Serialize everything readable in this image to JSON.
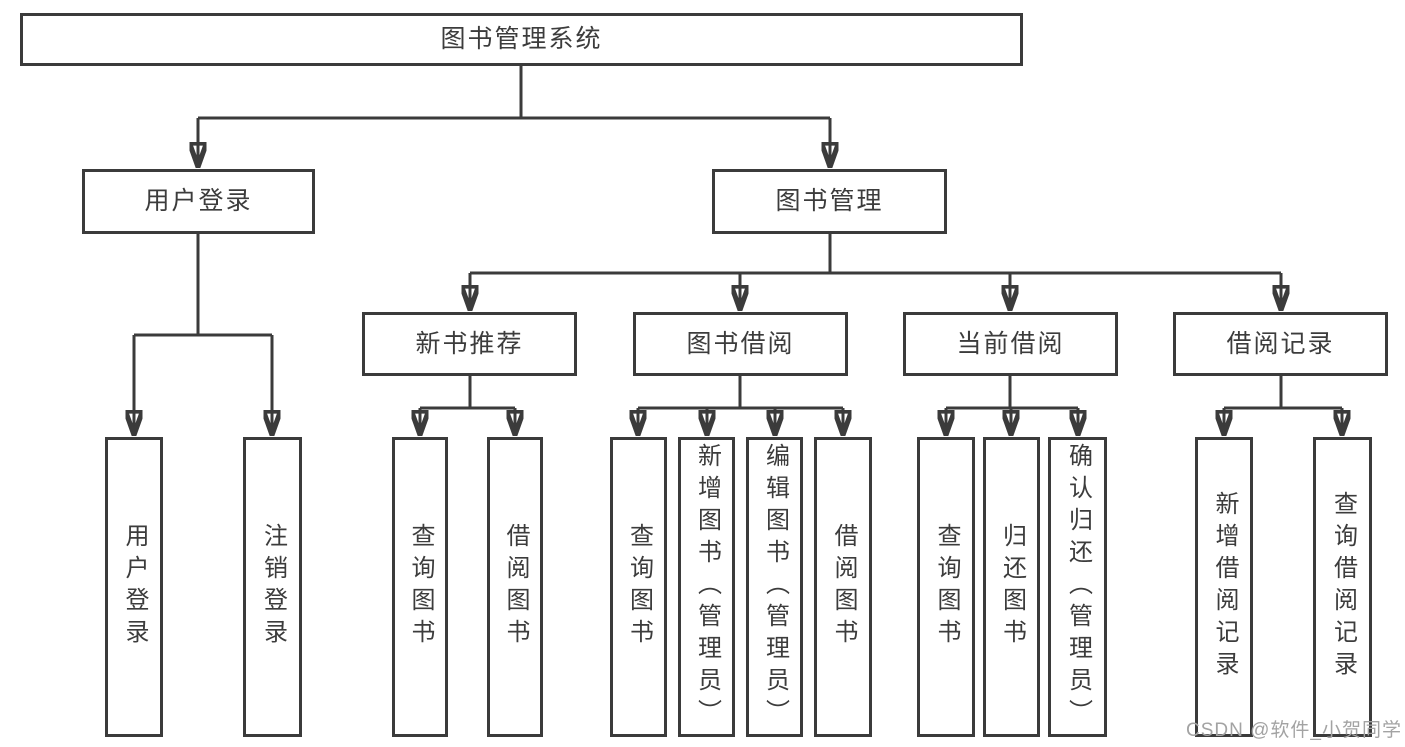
{
  "tree": {
    "label": "图书管理系统",
    "children": [
      {
        "label": "用户登录",
        "children": [
          {
            "label": "用户登录"
          },
          {
            "label": "注销登录"
          }
        ]
      },
      {
        "label": "图书管理",
        "children": [
          {
            "label": "新书推荐",
            "children": [
              {
                "label": "查询图书"
              },
              {
                "label": "借阅图书"
              }
            ]
          },
          {
            "label": "图书借阅",
            "children": [
              {
                "label": "查询图书"
              },
              {
                "label": "新增图书（管理员）"
              },
              {
                "label": "编辑图书（管理员）"
              },
              {
                "label": "借阅图书"
              }
            ]
          },
          {
            "label": "当前借阅",
            "children": [
              {
                "label": "查询图书"
              },
              {
                "label": "归还图书"
              },
              {
                "label": "确认归还（管理员）"
              }
            ]
          },
          {
            "label": "借阅记录",
            "children": [
              {
                "label": "新增借阅记录"
              },
              {
                "label": "查询借阅记录"
              }
            ]
          }
        ]
      }
    ]
  },
  "watermark": "CSDN @软件_小贺同学",
  "colors": {
    "line": "#3b3b3b",
    "text": "#3c3c3c",
    "background": "#ffffff",
    "watermark": "#a3a3a3"
  }
}
